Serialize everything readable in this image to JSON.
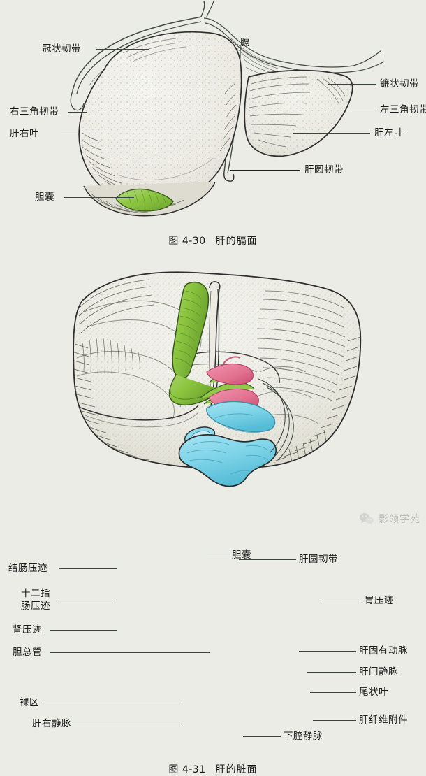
{
  "page": {
    "background_color": "#ecece7",
    "ink_color": "#3c4640"
  },
  "figures": [
    {
      "id": "fig-4-30",
      "caption_number": "图 4-30",
      "caption_title": "肝的膈面",
      "labels": [
        {
          "key": "coronary_ligament",
          "text": "冠状韧带",
          "side": "left"
        },
        {
          "key": "diaphragm",
          "text": "膈",
          "side": "top"
        },
        {
          "key": "right_triangular_ligament",
          "text": "右三角韧带",
          "side": "left"
        },
        {
          "key": "right_lobe_of_liver",
          "text": "肝右叶",
          "side": "left"
        },
        {
          "key": "gallbladder",
          "text": "胆囊",
          "side": "left"
        },
        {
          "key": "falciform_ligament",
          "text": "镰状韧带",
          "side": "right"
        },
        {
          "key": "left_triangular_ligament",
          "text": "左三角韧带",
          "side": "right"
        },
        {
          "key": "left_lobe_of_liver",
          "text": "肝左叶",
          "side": "right"
        },
        {
          "key": "round_ligament_of_liver",
          "text": "肝圆韧带",
          "side": "right"
        }
      ],
      "colors": {
        "gallbladder": "#8cc63f"
      }
    },
    {
      "id": "fig-4-31",
      "caption_number": "图 4-31",
      "caption_title": "肝的脏面",
      "labels": [
        {
          "key": "colic_impression",
          "text": "结肠压迹",
          "side": "left"
        },
        {
          "key": "duodenal_impression_line1",
          "text": "十二指",
          "side": "left"
        },
        {
          "key": "duodenal_impression_line2",
          "text": "肠压迹",
          "side": "left"
        },
        {
          "key": "renal_impression",
          "text": "肾压迹",
          "side": "left"
        },
        {
          "key": "common_bile_duct",
          "text": "胆总管",
          "side": "left"
        },
        {
          "key": "bare_area",
          "text": "裸区",
          "side": "left"
        },
        {
          "key": "right_hepatic_vein",
          "text": "肝右静脉",
          "side": "left"
        },
        {
          "key": "gallbladder",
          "text": "胆囊",
          "side": "top"
        },
        {
          "key": "round_ligament_of_liver",
          "text": "肝圆韧带",
          "side": "right"
        },
        {
          "key": "gastric_impression",
          "text": "胃压迹",
          "side": "right"
        },
        {
          "key": "proper_hepatic_artery",
          "text": "肝固有动脉",
          "side": "right"
        },
        {
          "key": "hepatic_portal_vein",
          "text": "肝门静脉",
          "side": "right"
        },
        {
          "key": "caudate_lobe",
          "text": "尾状叶",
          "side": "right"
        },
        {
          "key": "hepatic_fibrous_appendix",
          "text": "肝纤维附件",
          "side": "right"
        },
        {
          "key": "inferior_vena_cava",
          "text": "下腔静脉",
          "side": "bottom"
        }
      ],
      "colors": {
        "gallbladder": "#8cc63f",
        "bile_duct": "#7fb83e",
        "artery": "#e2708f",
        "vein": "#7fd4e8"
      }
    }
  ],
  "watermark": {
    "icon": "wechat-icon",
    "text": "影领学苑"
  }
}
